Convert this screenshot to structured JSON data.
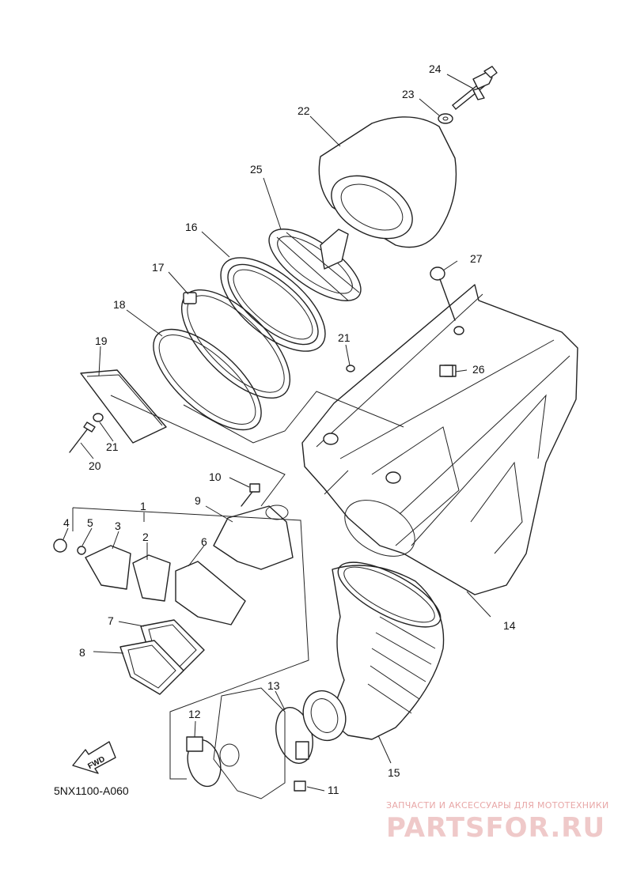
{
  "diagram_code": "5NX1100-A060",
  "fwd_label": "FWD",
  "watermark": {
    "tagline": "ЗАПЧАСТИ И АКСЕССУАРЫ ДЛЯ МОТОТЕХНИКИ",
    "logo": "PARTSFOR.RU"
  },
  "callouts": [
    {
      "id": "1",
      "label": "1"
    },
    {
      "id": "2",
      "label": "2"
    },
    {
      "id": "3",
      "label": "3"
    },
    {
      "id": "4",
      "label": "4"
    },
    {
      "id": "5",
      "label": "5"
    },
    {
      "id": "6",
      "label": "6"
    },
    {
      "id": "7",
      "label": "7"
    },
    {
      "id": "8",
      "label": "8"
    },
    {
      "id": "9",
      "label": "9"
    },
    {
      "id": "10",
      "label": "10"
    },
    {
      "id": "11",
      "label": "11"
    },
    {
      "id": "12",
      "label": "12"
    },
    {
      "id": "13",
      "label": "13"
    },
    {
      "id": "14",
      "label": "14"
    },
    {
      "id": "15",
      "label": "15"
    },
    {
      "id": "16",
      "label": "16"
    },
    {
      "id": "17",
      "label": "17"
    },
    {
      "id": "18",
      "label": "18"
    },
    {
      "id": "19",
      "label": "19"
    },
    {
      "id": "20",
      "label": "20"
    },
    {
      "id": "21a",
      "label": "21"
    },
    {
      "id": "21b",
      "label": "21"
    },
    {
      "id": "22",
      "label": "22"
    },
    {
      "id": "23",
      "label": "23"
    },
    {
      "id": "24",
      "label": "24"
    },
    {
      "id": "25",
      "label": "25"
    },
    {
      "id": "26",
      "label": "26"
    },
    {
      "id": "27",
      "label": "27"
    }
  ]
}
